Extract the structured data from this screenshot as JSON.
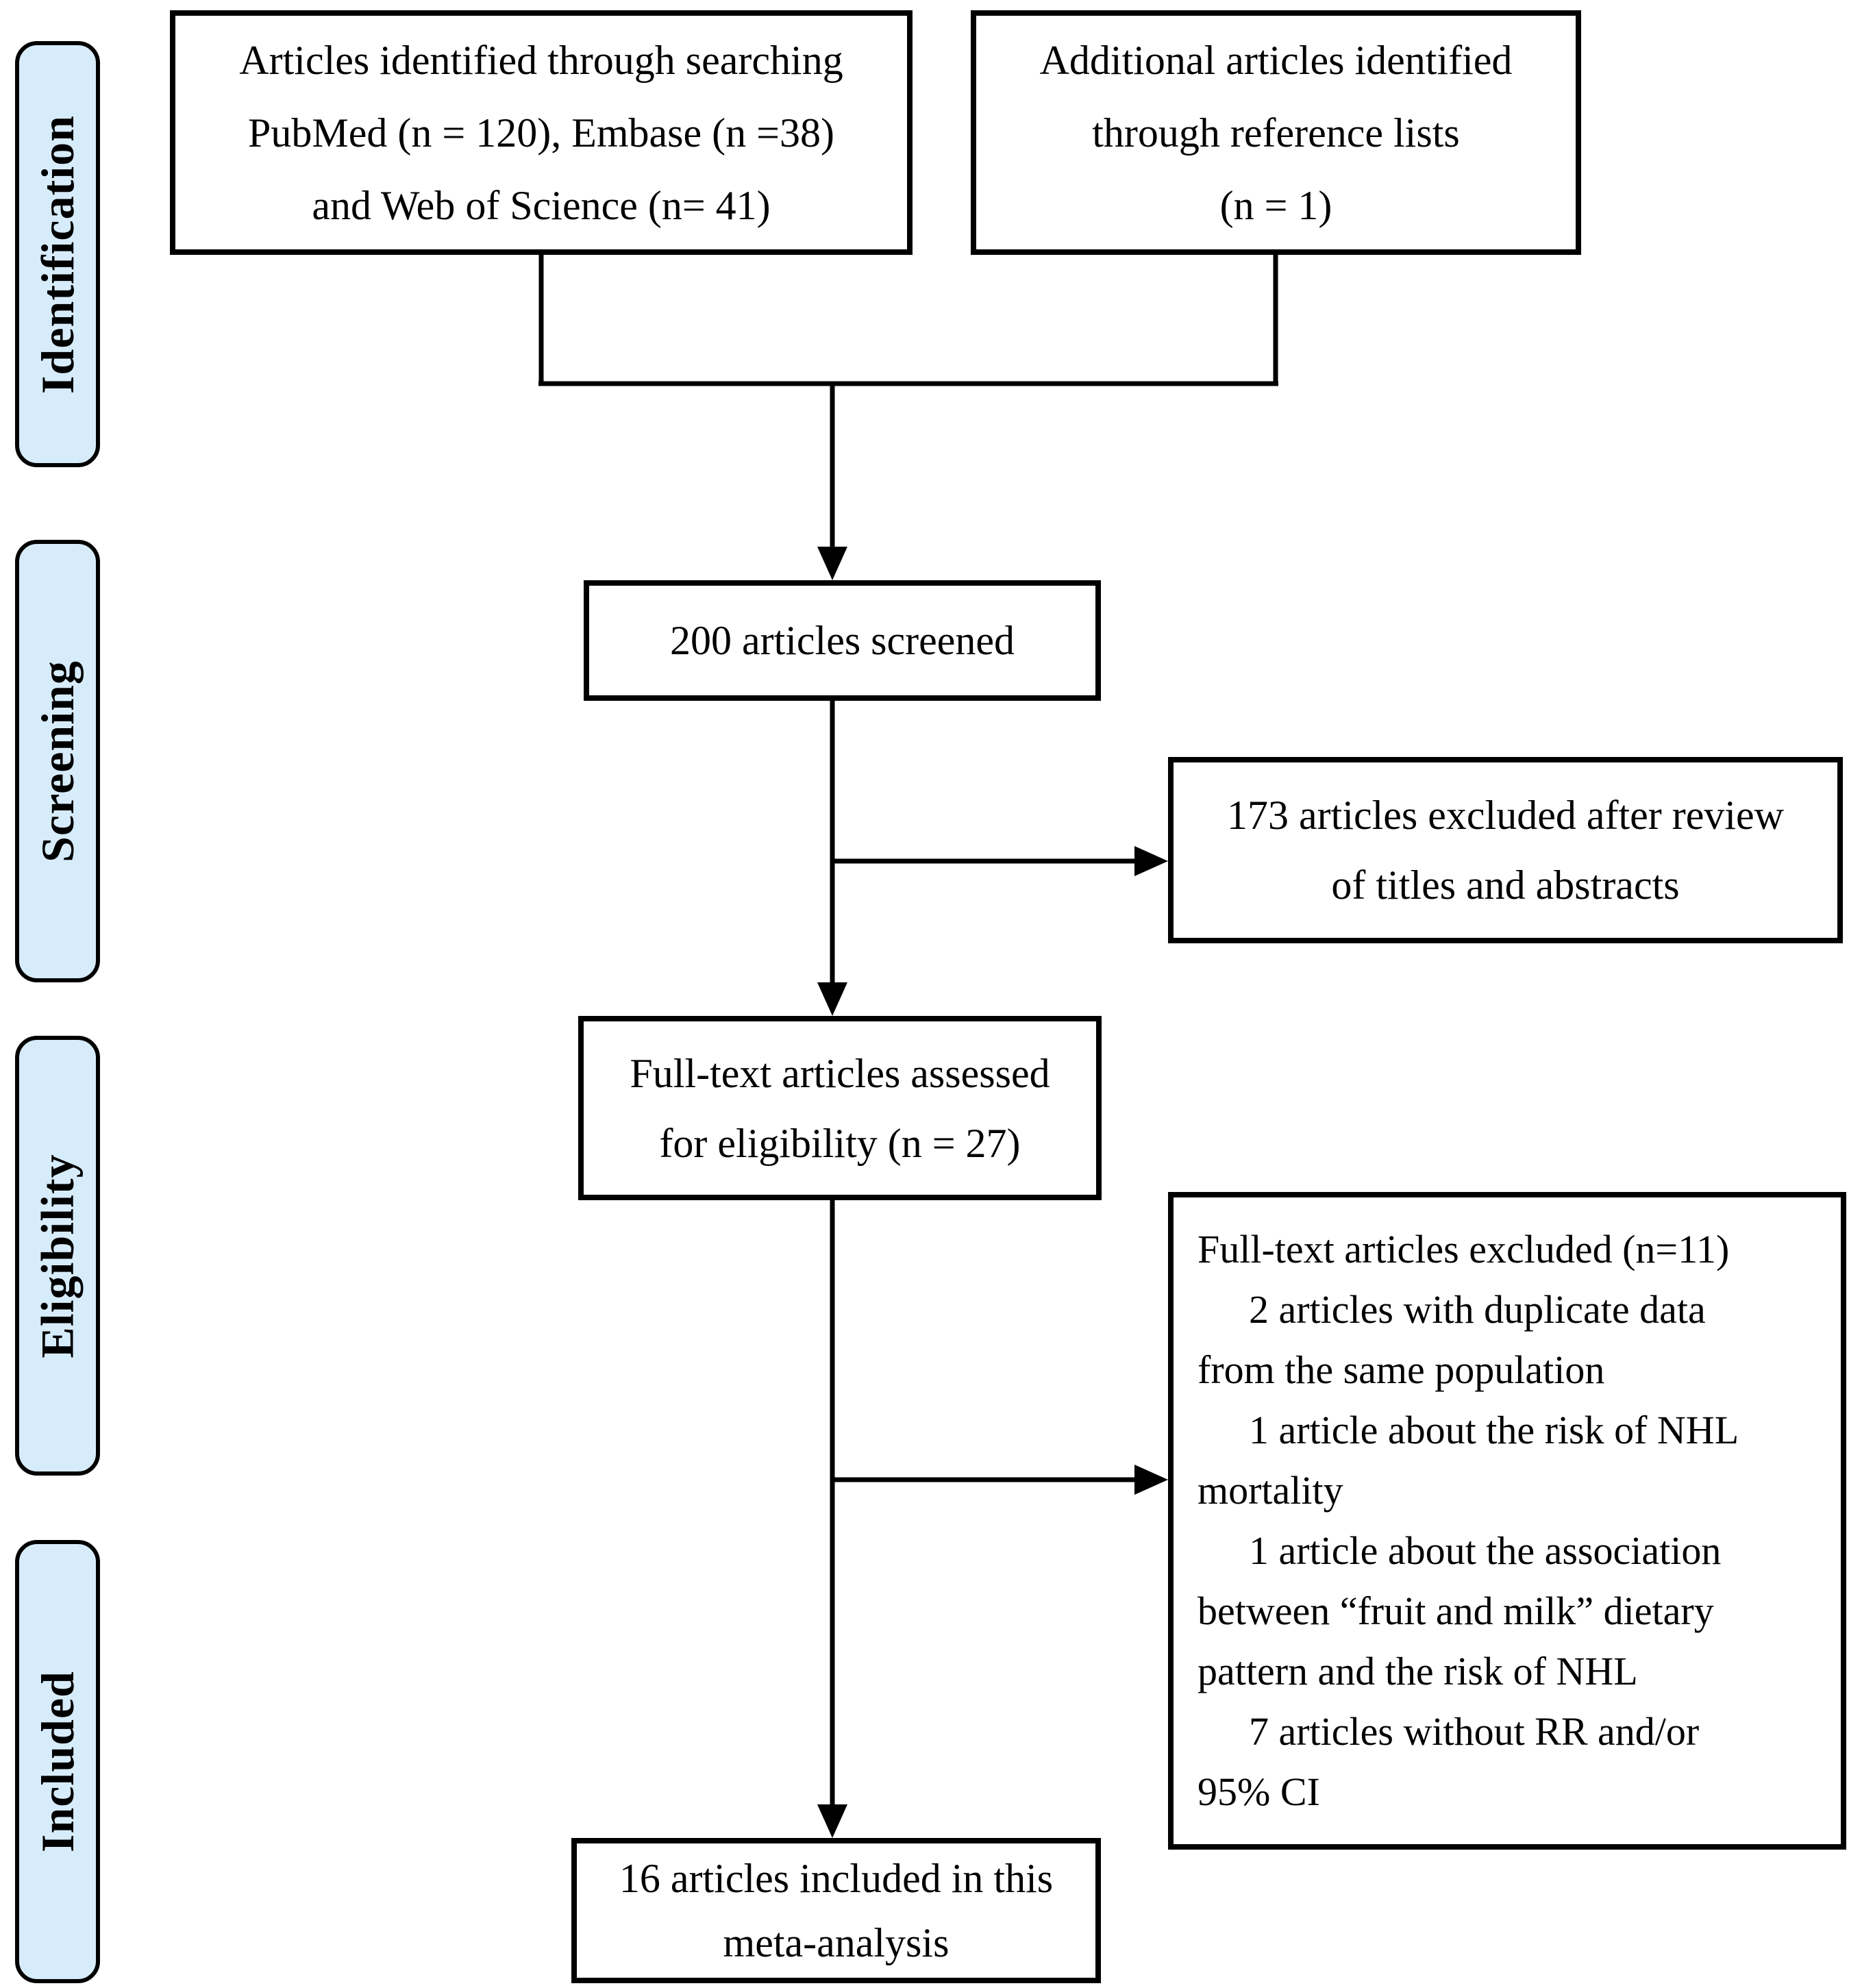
{
  "colors": {
    "stage_fill": "#d7ecfa",
    "stage_border": "#000000",
    "box_border": "#000000",
    "arrow": "#000000"
  },
  "stages": [
    {
      "label": "Identification"
    },
    {
      "label": "Screening"
    },
    {
      "label": "Eligibility"
    },
    {
      "label": "Included"
    }
  ],
  "boxes": {
    "identified": {
      "lines": [
        "Articles identified through searching",
        "PubMed (n = 120), Embase (n =38)",
        "and Web of Science (n= 41)"
      ]
    },
    "additional": {
      "lines": [
        "Additional articles identified",
        "through reference lists",
        "(n = 1)"
      ]
    },
    "screened": {
      "label": "200 articles screened"
    },
    "excluded_after_screening": {
      "lines": [
        "173 articles excluded after review",
        "of titles and abstracts"
      ]
    },
    "fulltext_assessed": {
      "lines": [
        "Full-text articles assessed",
        "for eligibility (n = 27)"
      ]
    },
    "fulltext_excluded": {
      "lines": [
        "Full-text articles excluded (n=11)",
        "2 articles with duplicate data",
        "from the same population",
        "1 article about the risk of NHL",
        "mortality",
        "1 article about the association",
        "between “fruit and milk” dietary",
        "pattern and the risk of NHL",
        "7 articles without RR and/or",
        "95% CI"
      ]
    },
    "included": {
      "lines": [
        "16 articles included in this",
        "meta-analysis"
      ]
    }
  }
}
